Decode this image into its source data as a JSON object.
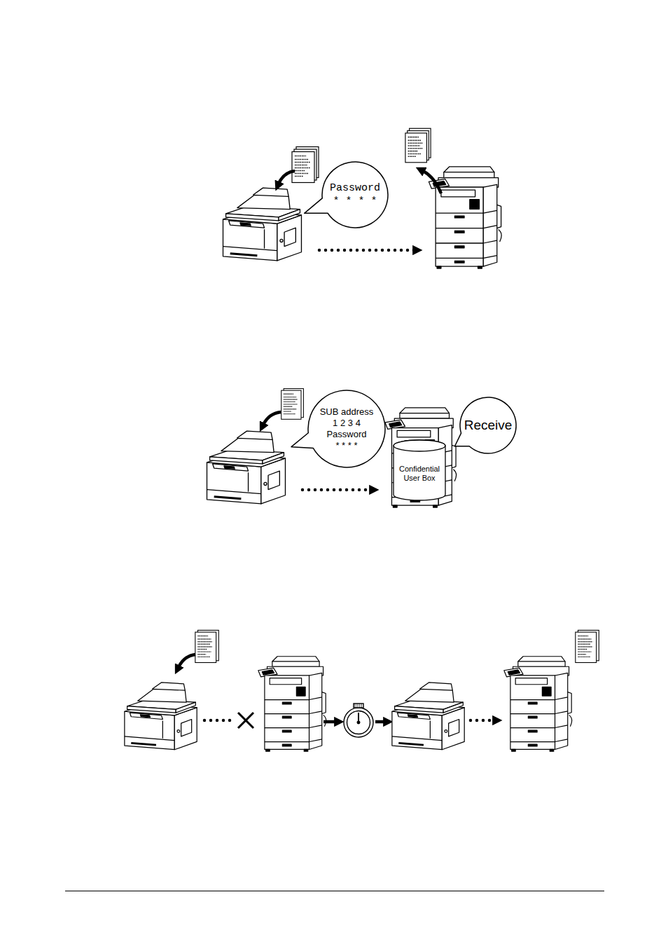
{
  "diagram": {
    "nodes": [
      {
        "text": [
          "Password",
          "* * * *"
        ]
      },
      {
        "text": [
          "SUB address",
          "1 2 3 4",
          "Password",
          "* * * *"
        ]
      },
      {
        "text": [
          "Confidential User Box"
        ]
      },
      {
        "text": [
          "Receive"
        ]
      }
    ]
  }
}
